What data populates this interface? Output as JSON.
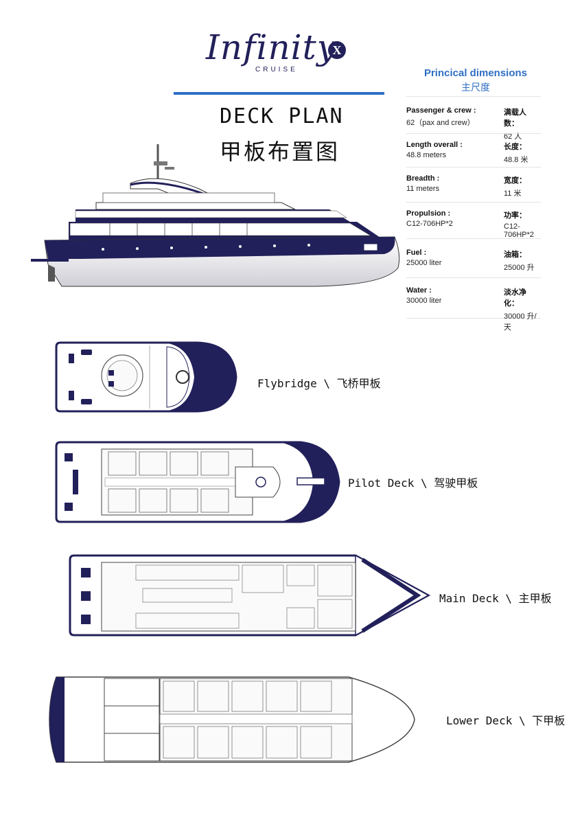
{
  "brand": {
    "name": "Infinity",
    "badge": "X",
    "sub": "CRUISE"
  },
  "title": {
    "en": "DECK PLAN",
    "cn": "甲板布置图"
  },
  "dimensions": {
    "title_en": "Princical dimensions",
    "title_cn": "主尺度",
    "rows": [
      {
        "label_en": "Passenger & crew :",
        "value_en": "62（pax and crew）",
        "label_cn": "满载人数：",
        "value_cn": "62 人"
      },
      {
        "label_en": "Length overall :",
        "value_en": "48.8 meters",
        "label_cn": "长度：",
        "value_cn": "48.8 米"
      },
      {
        "label_en": "Breadth :",
        "value_en": "11 meters",
        "label_cn": "宽度：",
        "value_cn": "11 米"
      },
      {
        "label_en": "Propulsion :",
        "value_en": "C12-706HP*2",
        "label_cn": "功率：",
        "value_cn": "C12-706HP*2"
      },
      {
        "label_en": "Fuel :",
        "value_en": "25000 liter",
        "label_cn": "油箱：",
        "value_cn": "25000 升"
      },
      {
        "label_en": "Water :",
        "value_en": "30000 liter",
        "label_cn": "淡水净化：",
        "value_cn": "30000 升/天"
      }
    ]
  },
  "decks": {
    "flybridge": "Flybridge \\ 飞桥甲板",
    "pilot": "Pilot Deck \\ 驾驶甲板",
    "main": "Main Deck \\ 主甲板",
    "lower": "Lower Deck \\ 下甲板"
  },
  "colors": {
    "navy": "#22205a",
    "accent_blue": "#2f6fc4"
  }
}
